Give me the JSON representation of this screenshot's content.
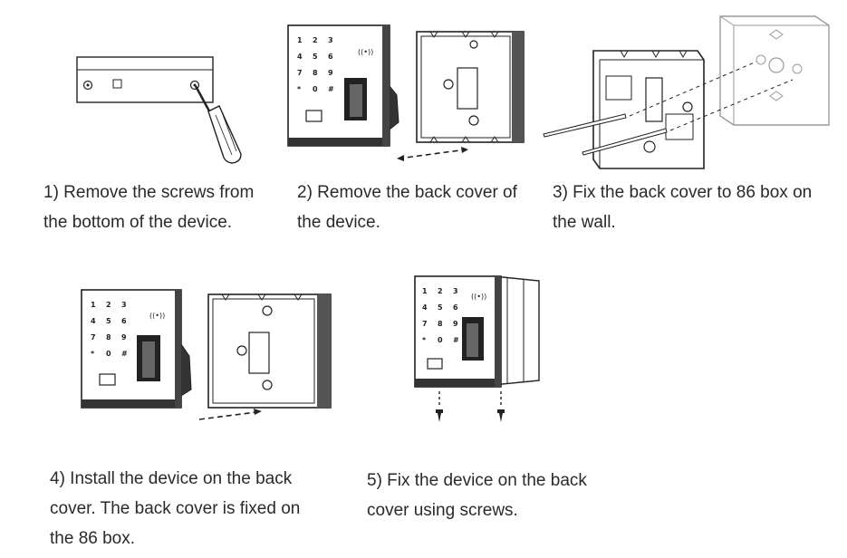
{
  "keypad": {
    "rows": [
      [
        "1",
        "2",
        "3"
      ],
      [
        "4",
        "5",
        "6"
      ],
      [
        "7",
        "8",
        "9"
      ],
      [
        "*",
        "0",
        "#"
      ]
    ],
    "rfid": "((•))"
  },
  "steps": [
    {
      "id": 1,
      "lines": [
        "1) Remove the screws from",
        "the bottom of the device."
      ]
    },
    {
      "id": 2,
      "lines": [
        "2) Remove the back cover of",
        "the device."
      ]
    },
    {
      "id": 3,
      "lines": [
        "3) Fix the back cover to 86 box on",
        "the wall."
      ]
    },
    {
      "id": 4,
      "lines": [
        "4) Install the device on the back",
        "cover. The back cover is fixed on",
        "the 86 box."
      ]
    },
    {
      "id": 5,
      "lines": [
        "5) Fix the device on the back",
        "cover using screws."
      ]
    }
  ],
  "colors": {
    "line": "#222222",
    "panel": "#ffffff",
    "wallbox": "#9a9a9a"
  }
}
